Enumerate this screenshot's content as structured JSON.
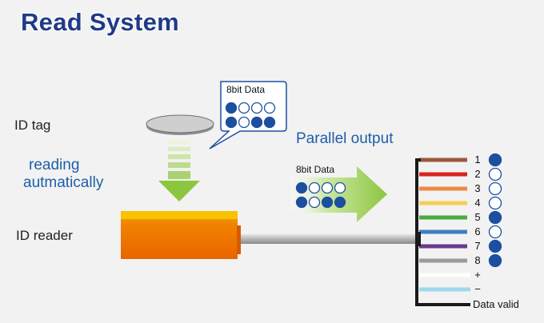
{
  "title": "Read System",
  "labels": {
    "id_tag": "ID tag",
    "reading_line1": "reading",
    "reading_line2": "autmatically",
    "id_reader": "ID reader",
    "parallel_output": "Parallel output",
    "data_valid": "Data valid"
  },
  "bubble": {
    "label": "8bit Data",
    "bits": [
      1,
      0,
      0,
      0,
      1,
      0,
      1,
      1
    ]
  },
  "arrow_data": {
    "label": "8bit Data",
    "bits": [
      1,
      0,
      0,
      0,
      1,
      0,
      1,
      1
    ]
  },
  "wires": [
    {
      "label": "1",
      "color": "#9b5a3c",
      "bit": 1
    },
    {
      "label": "2",
      "color": "#d9231f",
      "bit": 0
    },
    {
      "label": "3",
      "color": "#ee8a45",
      "bit": 0
    },
    {
      "label": "4",
      "color": "#f4d057",
      "bit": 0
    },
    {
      "label": "5",
      "color": "#4bab3e",
      "bit": 1
    },
    {
      "label": "6",
      "color": "#3d7fc1",
      "bit": 0
    },
    {
      "label": "7",
      "color": "#6a3a8f",
      "bit": 1
    },
    {
      "label": "8",
      "color": "#9b9b9b",
      "bit": 1
    },
    {
      "label": "+",
      "color": "#ffffff",
      "bit": null
    },
    {
      "label": "−",
      "color": "#9fd8ea",
      "bit": null
    }
  ],
  "colors": {
    "bit_on": "#1c4fa0",
    "bit_off": "#ffffff",
    "title": "#1f3b87",
    "accent_text": "#1d5fa8",
    "reader": "#ee6a00",
    "arrow_green": "#8cc63f"
  }
}
